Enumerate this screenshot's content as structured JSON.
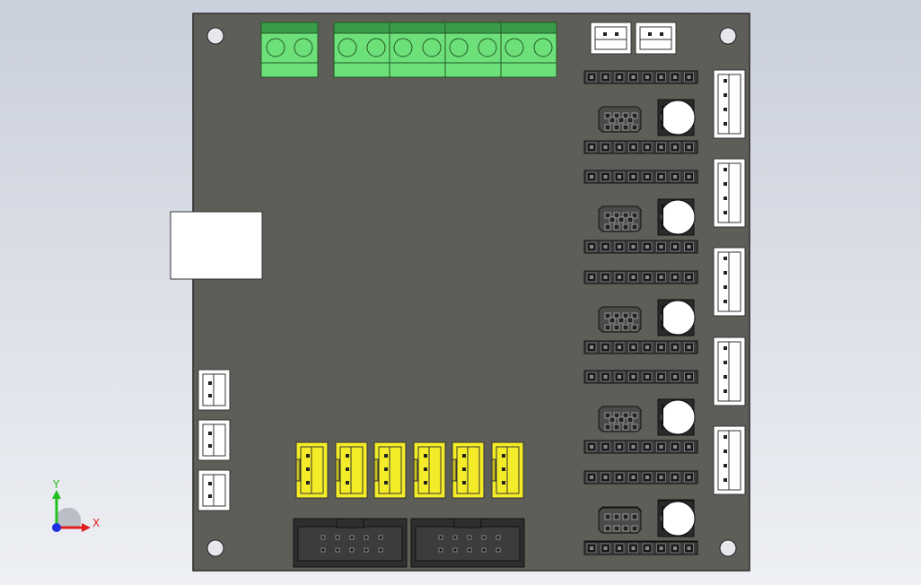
{
  "viewport": {
    "background_top": "#c9cfdb",
    "background_bottom": "#eef0f4"
  },
  "colors": {
    "board": "#5e5e58",
    "board_edge": "#2a2a2a",
    "terminal_green": "#6ee07a",
    "terminal_green_dark": "#3a9c48",
    "jst_yellow": "#f4ec28",
    "connector_white": "#ffffff",
    "header_dark": "#3a3a3a",
    "axis_x": "#e02020",
    "axis_y": "#20c020",
    "axis_origin": "#2030e0"
  },
  "components": {
    "terminal_block_small": "terminal-block-2pin",
    "terminal_block_large": "terminal-block-8pin",
    "top_connectors": "jst-2pin-horizontal",
    "right_connectors": "jst-4pin-vertical",
    "left_connectors": "jst-2pin-vertical",
    "yellow_connectors": "jst-3pin-yellow",
    "idc_headers": "idc-10pin-header",
    "usb_module": "white-module-block",
    "driver_sockets": "stepper-driver-socket",
    "capacitors": "electrolytic-capacitor",
    "jumpers": "microstep-jumper-block"
  },
  "axis": {
    "x_label": "X",
    "y_label": "Y"
  }
}
